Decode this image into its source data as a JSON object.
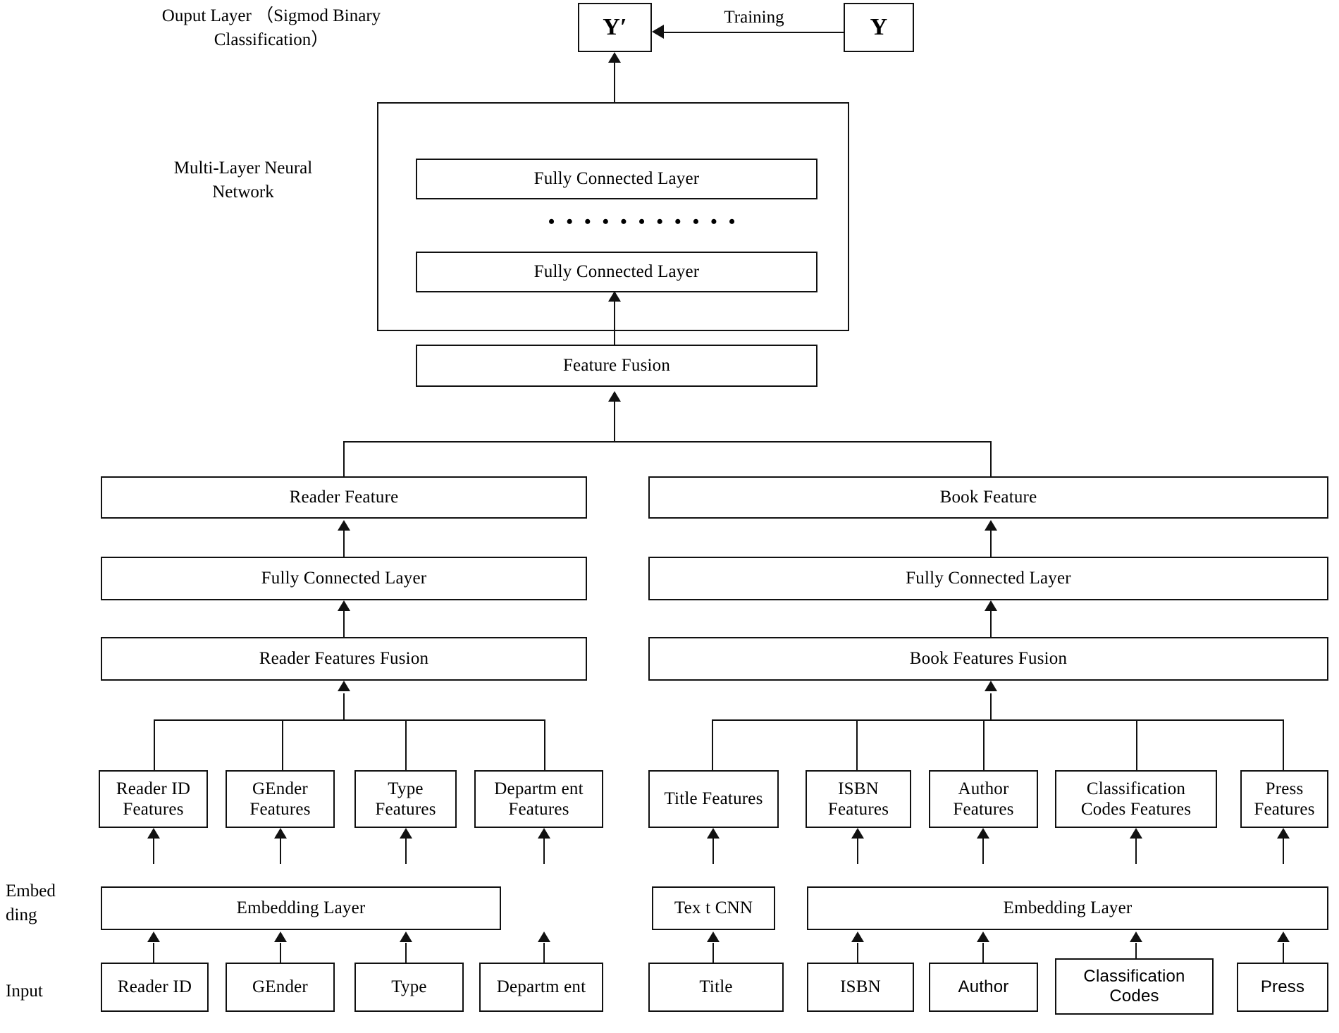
{
  "diagram": {
    "title_labels": {
      "output_layer": "Ouput Layer （Sigmod Binary\nClassification）",
      "multi_layer_nn": "Multi-Layer Neural\nNetwork",
      "embedding": "Embed\nding",
      "input": "Input"
    },
    "edge_labels": {
      "training": "Training"
    },
    "top": {
      "y_pred": "Y′",
      "y_true": "Y"
    },
    "nn_block": {
      "fc_top": "Fully Connected Layer",
      "ellipsis": "• • • • • • • • • • •",
      "fc_bottom": "Fully Connected Layer"
    },
    "fusion": {
      "feature_fusion": "Feature Fusion"
    },
    "branches": {
      "reader": {
        "feature": "Reader Feature",
        "fully_connected": "Fully Connected Layer",
        "features_fusion": "Reader Features Fusion",
        "embedding_layer": "Embedding Layer",
        "feature_boxes": [
          "Reader ID\nFeatures",
          "GEnder\nFeatures",
          "Type\nFeatures",
          "Departm ent\nFeatures"
        ],
        "inputs": [
          "Reader ID",
          "GEnder",
          "Type",
          "Departm ent"
        ]
      },
      "book": {
        "feature": "Book Feature",
        "fully_connected": "Fully Connected Layer",
        "features_fusion": "Book Features Fusion",
        "text_cnn": "Tex t CNN",
        "embedding_layer": "Embedding Layer",
        "feature_boxes": [
          "Title Features",
          "ISBN\nFeatures",
          "Author\nFeatures",
          "Classification\nCodes Features",
          "Press\nFeatures"
        ],
        "inputs": [
          "Title",
          "ISBN",
          "Author",
          "Classification\nCodes",
          "Press"
        ]
      }
    },
    "colors": {
      "stroke": "#111111",
      "background": "#ffffff",
      "text": "#000000"
    }
  }
}
